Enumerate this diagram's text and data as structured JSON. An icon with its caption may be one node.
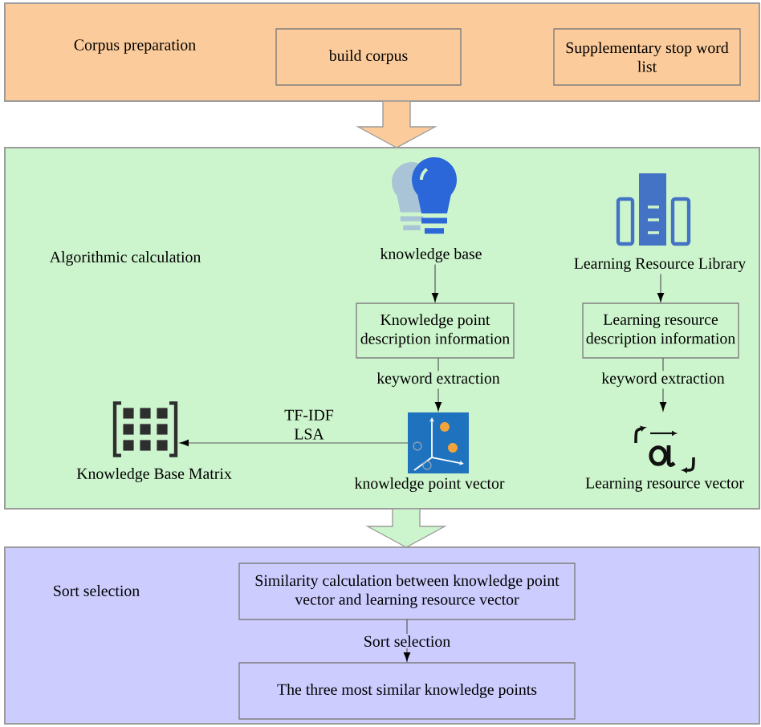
{
  "diagram": {
    "nodes": [
      {
        "text": [
          "Corpus preparation"
        ]
      },
      {
        "text": [
          "build corpus"
        ],
        "in": 0
      },
      {
        "text": [
          "Supplementary stop word list"
        ],
        "in": 0
      },
      {
        "text": [
          "Algorithmic calculation"
        ]
      },
      {
        "text": [
          "knowledge base"
        ],
        "in": 3
      },
      {
        "text": [
          "Learning Resource Library"
        ],
        "in": 3
      },
      {
        "text": [
          "Knowledge point description information"
        ],
        "in": 3
      },
      {
        "text": [
          "Learning resource description information"
        ],
        "in": 3
      },
      {
        "text": [],
        "shape": "picture",
        "beside": [
          "Knowledge Base Matrix"
        ],
        "in": 3
      },
      {
        "text": [],
        "shape": "picture",
        "beside": [
          "knowledge point vector"
        ],
        "in": 3
      },
      {
        "text": [],
        "shape": "picture",
        "beside": [
          "Learning resource vector"
        ],
        "in": 3
      },
      {
        "text": [
          "Sort selection"
        ]
      },
      {
        "text": [
          "Similarity calculation between knowledge point vector and learning resource vector"
        ],
        "in": 11
      },
      {
        "text": [
          "The three most similar knowledge points"
        ],
        "in": 11
      }
    ],
    "edges": [
      {
        "from": 0,
        "to": 3,
        "arrow": "to",
        "style": "thick",
        "color": "#fbcb9b"
      },
      {
        "from": 4,
        "to": 6,
        "arrow": "to"
      },
      {
        "from": 5,
        "to": 7,
        "arrow": "to"
      },
      {
        "from": 6,
        "to": 9,
        "arrow": "to",
        "label": "keyword extraction"
      },
      {
        "from": 7,
        "to": 10,
        "arrow": "to",
        "label": "keyword extraction"
      },
      {
        "from": 9,
        "to": 8,
        "arrow": "to",
        "label": "TF-IDF LSA"
      },
      {
        "from": 3,
        "to": 11,
        "arrow": "to",
        "style": "thick",
        "color": "#cdf5cd"
      },
      {
        "from": 12,
        "to": 13,
        "arrow": "to",
        "label": "Sort selection"
      }
    ]
  }
}
